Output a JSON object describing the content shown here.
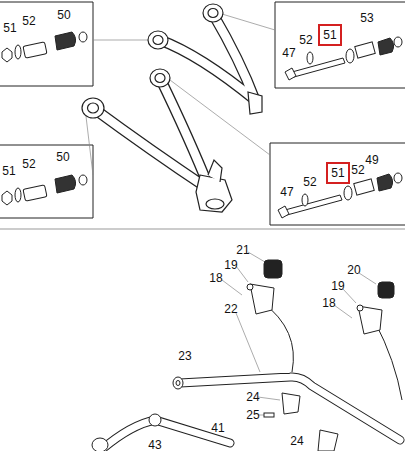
{
  "diagram": {
    "nodes": [
      {
        "text": [
          "51"
        ]
      },
      {
        "text": [
          "51"
        ]
      }
    ],
    "labels": [
      "51",
      "52",
      "50",
      "52",
      "53",
      "47",
      "51",
      "52",
      "50",
      "47",
      "52",
      "52",
      "49",
      "21",
      "19",
      "18",
      "20",
      "19",
      "18",
      "22",
      "23",
      "24",
      "25",
      "24",
      "43",
      "41"
    ]
  }
}
